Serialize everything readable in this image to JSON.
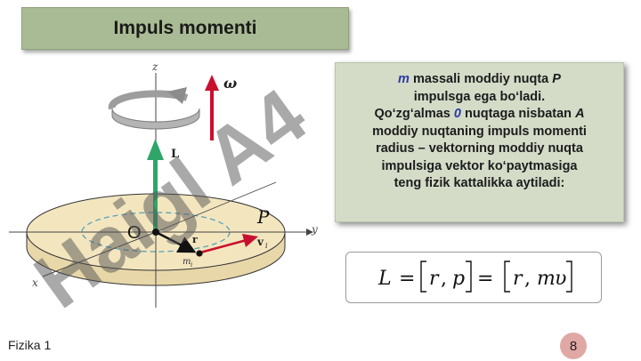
{
  "slide": {
    "title": "Impuls momenti",
    "footer_left": "Fizika 1",
    "page_number": "8"
  },
  "description": {
    "l1_a": "m",
    "l1_b": " massali moddiy nuqta ",
    "l1_c": "P",
    "l2": "impulsga ega bo‘ladi.",
    "l3_a": "Qo‘zg‘almas ",
    "l3_b": "0",
    "l3_c": " nuqtaga nisbatan  ",
    "l3_d": "A",
    "l4": "moddiy nuqtaning impuls momenti",
    "l5": "radius – vektorning moddiy nuqta",
    "l6": "impulsiga vektor ko‘paytmasiga",
    "l7": "teng fizik kattalikka aytiladi:"
  },
  "diagram": {
    "axis_z": "z",
    "axis_y": "y",
    "axis_x": "x",
    "omega_label": "ω",
    "L_label": "L",
    "origin_label": "O",
    "P_label": "P",
    "r_label": "r",
    "v_label": "v",
    "v_sub": "i",
    "m_label": "m",
    "m_sub": "i"
  },
  "formula": {
    "lhs": "L",
    "eq": "=",
    "r": "r",
    "comma": ",",
    "p": "p",
    "m": "m",
    "upsilon": "υ"
  },
  "watermark": {
    "text": "Haigl  A4"
  },
  "colors": {
    "title_bg": "#a9bb94",
    "text_box_bg": "#d4dcc8",
    "disk_fill": "#f3e6bf",
    "L_arrow": "#2fa56a",
    "omega_arrow": "#c8102e",
    "v_arrow": "#c8102e",
    "page_badge": "#e0a8a4"
  }
}
